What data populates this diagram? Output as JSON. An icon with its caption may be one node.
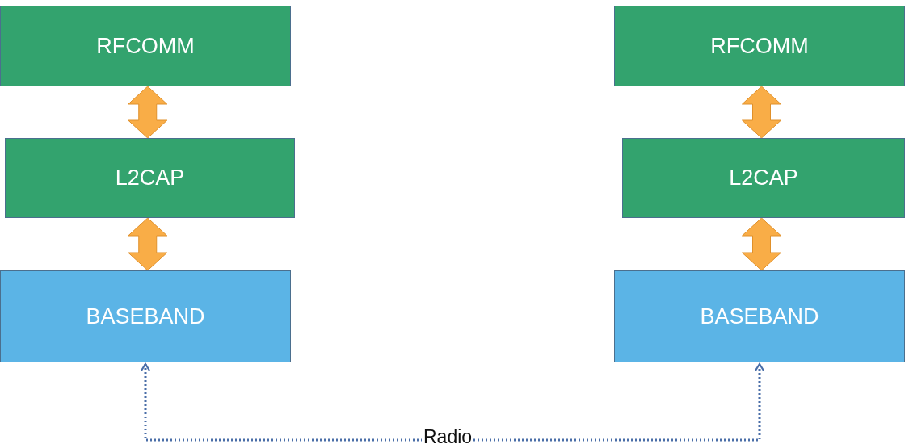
{
  "diagram": {
    "nodes": [
      {
        "text": [
          "RFCOMM"
        ]
      },
      {
        "text": [
          "L2CAP"
        ]
      },
      {
        "text": [
          "BASEBAND"
        ]
      },
      {
        "text": [
          "RFCOMM"
        ]
      },
      {
        "text": [
          "L2CAP"
        ]
      },
      {
        "text": [
          "BASEBAND"
        ]
      }
    ],
    "edges": [
      {
        "from": 0,
        "to": 1,
        "arrow": "both",
        "style": "thick"
      },
      {
        "from": 1,
        "to": 2,
        "arrow": "both",
        "style": "thick"
      },
      {
        "from": 3,
        "to": 4,
        "arrow": "both",
        "style": "thick"
      },
      {
        "from": 4,
        "to": 5,
        "arrow": "both",
        "style": "thick"
      },
      {
        "from": 2,
        "to": 5,
        "arrow": "both",
        "style": "dashed",
        "color": "#4a6ea8",
        "label": "Radio"
      }
    ]
  }
}
